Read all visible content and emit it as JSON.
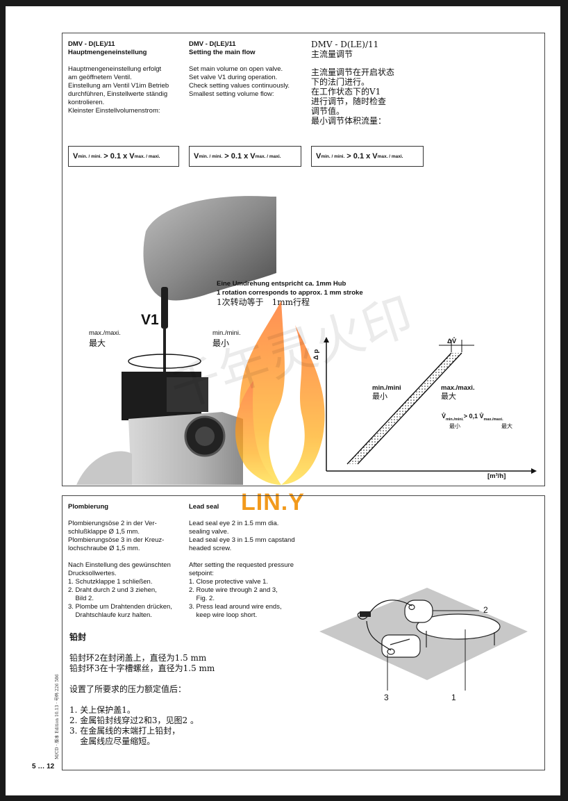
{
  "top": {
    "de": {
      "title": "DMV - D(LE)/11",
      "subtitle": "Hauptmengeneinstellung",
      "lines": [
        "Hauptmengeneinstellung erfolgt",
        "am geöffnetem Ventil.",
        "Einstellung am Ventil V1im Betrieb",
        "durchführen, Einstellwerte ständig",
        "kontrolieren.",
        "Kleinster Einstellvolumenstrom:"
      ]
    },
    "en": {
      "title": "DMV - D(LE)/11",
      "subtitle": "Setting the main flow",
      "lines": [
        "Set main volume on open valve.",
        "Set valve V1 during operation.",
        "Check setting values continuously.",
        "Smallest setting volume flow:"
      ]
    },
    "cn": {
      "title": "DMV - D(LE)/11",
      "subtitle": "主流量调节",
      "lines": [
        "主流量调节在开启状态",
        "下的法门进行。",
        "在工作状态下的V1",
        "进行调节，随时检查",
        "调节值。",
        "最小调节体积流量："
      ]
    },
    "formula": {
      "v": "V",
      "sub_min": "min. / mini.",
      "gt": "> 0.1 x",
      "sub_max": "max. / maxi."
    }
  },
  "figure": {
    "v1_label": "V1",
    "max_label": "max./maxi.",
    "max_label_cn": "最大",
    "min_label": "min./mini.",
    "min_label_cn": "最小",
    "rotation_de": "Eine Umdrehung entspricht ca. 1mm Hub",
    "rotation_en": "1 rotation corresponds to approx. 1 mm stroke",
    "rotation_cn": "1次转动等于　1mm行程",
    "y_axis": "Δ p",
    "x_axis": "[m³/h]",
    "delta_v": "ΔV̊",
    "curve_min": "min./mini",
    "curve_min_cn": "最小",
    "curve_max": "max./maxi.",
    "curve_max_cn": "最大",
    "rel_v": "V̊",
    "rel_sub_min": "min./mini.",
    "rel_gt": "> 0,1 V̊",
    "rel_sub_max": "max./maxi.",
    "rel_min_cn": "最小",
    "rel_max_cn": "最大"
  },
  "watermark": {
    "text": "LIN.Y",
    "cn_text": "千年灵火印"
  },
  "bottom": {
    "de": {
      "title": "Plombierung",
      "p1": [
        "Plombierungsöse 2 in der Ver-",
        "schlußklappe Ø 1,5 mm.",
        "Plombierungsöse 3 in der Kreuz-",
        "lochschraube Ø 1,5 mm."
      ],
      "p2": [
        "Nach Einstellung des gewünschten",
        "Drucksollwertes.",
        "1. Schutzklappe 1 schließen.",
        "2. Draht durch 2 und 3 ziehen,",
        "    Bild 2.",
        "3. Plombe um Drahtenden drücken,",
        "    Drahtschlaufe kurz halten."
      ]
    },
    "en": {
      "title": "Lead seal",
      "p1": [
        "Lead seal eye 2 in 1.5 mm dia.",
        "sealing valve.",
        "Lead seal eye 3 in 1.5 mm capstand",
        "headed screw."
      ],
      "p2": [
        "After setting the requested pressure",
        "setpoint:",
        "1. Close protective valve 1.",
        "2. Route wire through 2 and 3,",
        "    Fig. 2.",
        "3. Press lead around wire ends,",
        "    keep wire loop short."
      ]
    },
    "cn": {
      "title": "铅封",
      "p1": [
        "铅封环2在封闭盖上，直径为1.5 mm",
        "铅封环3在十字槽螺丝，直径为1.5 mm"
      ],
      "p2": [
        "设置了所要求的压力额定值后："
      ],
      "p3": [
        "1. 关上保护盖1。",
        "2. 金属铅封线穿过2和3，见图2 。",
        "3. 在金属线的末端打上铅封，",
        "    金属线应尽量缩短。"
      ]
    },
    "callouts": {
      "c1": "1",
      "c2": "2",
      "c3": "3"
    }
  },
  "footer": {
    "page": "5 … 12",
    "side": "M/CD · 版本 Edition 10.13 · 号码 226 586"
  }
}
